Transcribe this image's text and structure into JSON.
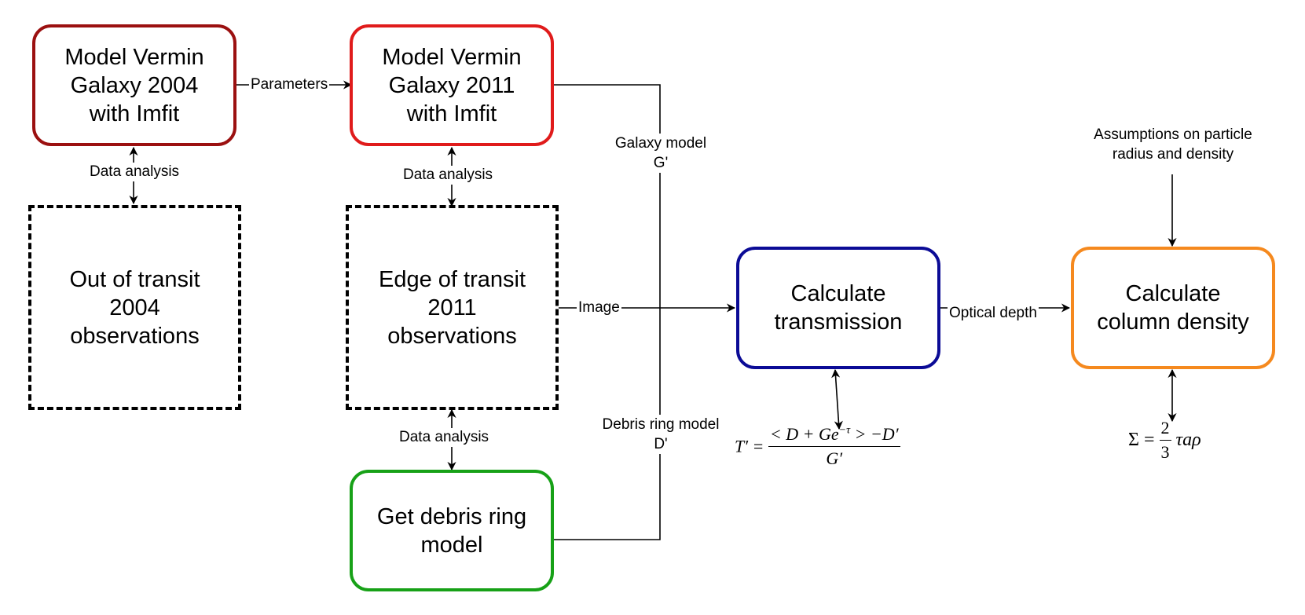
{
  "boxes": {
    "model_2004": [
      "Model Vermin",
      "Galaxy 2004",
      "with Imfit"
    ],
    "model_2011": [
      "Model Vermin",
      "Galaxy 2011",
      "with Imfit"
    ],
    "out_transit": [
      "Out of transit",
      "2004",
      "observations"
    ],
    "edge_transit": [
      "Edge of transit",
      "2011",
      "observations"
    ],
    "debris_ring": [
      "Get debris ring",
      "model"
    ],
    "transmission": [
      "Calculate",
      "transmission"
    ],
    "column_density": [
      "Calculate",
      "column density"
    ]
  },
  "labels": {
    "parameters": "Parameters",
    "data_analysis_1": "Data analysis",
    "data_analysis_2": "Data analysis",
    "data_analysis_3": "Data analysis",
    "galaxy_model": [
      "Galaxy model",
      "G'"
    ],
    "debris_ring_model": [
      "Debris ring model",
      "D'"
    ],
    "image": "Image",
    "optical_depth": "Optical depth",
    "assumptions": [
      "Assumptions on particle",
      "radius and density"
    ]
  },
  "equations": {
    "transmission": {
      "lhs": "T′ =",
      "numerator": "< D + Ge",
      "numerator_exp": "−τ",
      "numerator_tail": " > −D′",
      "denominator": "G′"
    },
    "column_density": {
      "lhs": "Σ =",
      "numerator": "2",
      "denominator": "3",
      "rhs": "τaρ"
    }
  },
  "colors": {
    "model_2004_border": "#9b1010",
    "model_2011_border": "#e01b1b",
    "debris_border": "#17a117",
    "transmission_border": "#0b0b96",
    "column_density_border": "#f5891e",
    "dashed_border": "#000000",
    "line": "#000000"
  }
}
